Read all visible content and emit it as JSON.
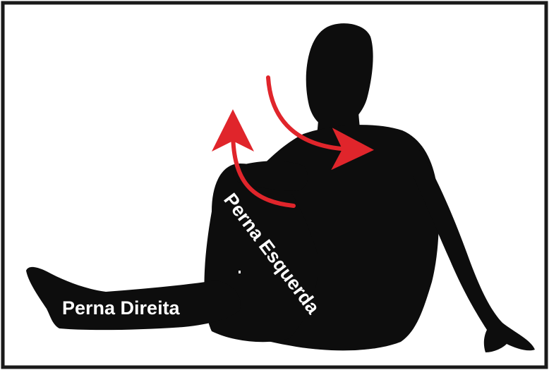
{
  "figure": {
    "labels": {
      "right_leg": "Perna Direita",
      "left_leg": "Perna Esquerda"
    },
    "colors": {
      "frame": "#1a1a1a",
      "silhouette": "#0d0d0d",
      "arrows": "#e0252b",
      "text": "#ffffff"
    },
    "arrows": [
      {
        "name": "rotation-arrow-over-shoulder",
        "direction": "right"
      },
      {
        "name": "rotation-arrow-lower",
        "direction": "up"
      }
    ]
  }
}
